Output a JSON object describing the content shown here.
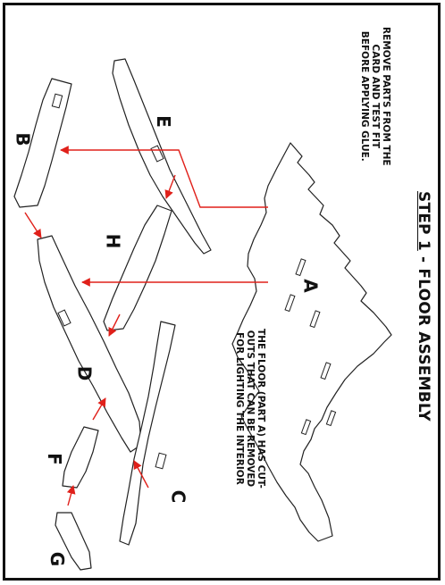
{
  "title": {
    "step": "STEP 1",
    "rest": " - FLOOR ASSEMBLY"
  },
  "note_top": [
    "REMOVE PARTS FROM THE",
    "CARD AND TEST FIT",
    "BEFORE APPLYING GLUE."
  ],
  "note_bottom": [
    "THE FLOOR (PART A) HAS CUT-",
    "OUTS THAT CAN BE REMOVED",
    "FOR LIGHTING THE INTERIOR"
  ],
  "parts": {
    "a": "A",
    "b": "B",
    "c": "C",
    "d": "D",
    "e": "E",
    "f": "F",
    "g": "G",
    "h": "H"
  },
  "colors": {
    "arrow": "#e0201a",
    "line": "#222222"
  }
}
